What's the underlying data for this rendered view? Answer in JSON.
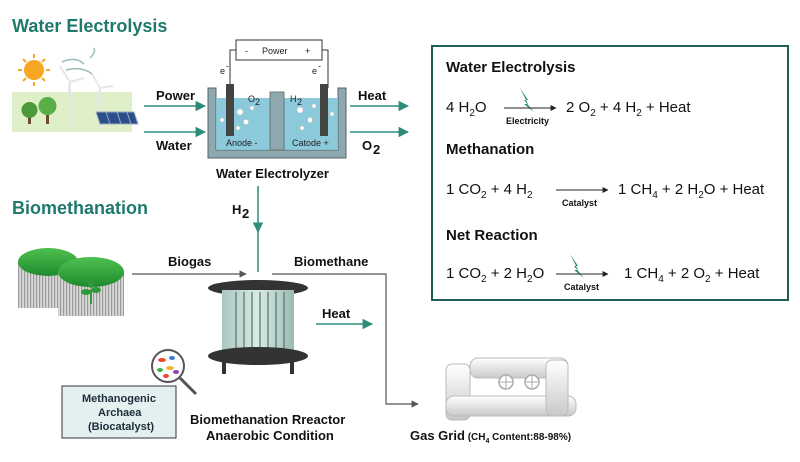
{
  "colors": {
    "accent": "#1f7a6d",
    "box_border": "#1f5f55",
    "water": "#7fc3d6",
    "tank": "#8fa8b0",
    "arrow": "#2e8b7a"
  },
  "titles": {
    "water_electrolysis": "Water Electrolysis",
    "biomethanation": "Biomethanation"
  },
  "electrolyzer": {
    "power_label": "Power",
    "water_label": "Water",
    "heat_label": "Heat",
    "o2_label": "O",
    "o2_sub": "2",
    "supply_minus": "-",
    "supply_label": "Power",
    "supply_plus": "+",
    "electron_left": "e",
    "electron_right": "e",
    "electron_sup": "-",
    "o2_inner": "O",
    "o2_inner_sub": "2",
    "h2_inner": "H",
    "h2_inner_sub": "2",
    "anode": "Anode -",
    "cathode": "Catode +",
    "name": "Water Electrolyzer",
    "h2_out": "H",
    "h2_out_sub": "2"
  },
  "reactions": {
    "electrolysis": {
      "title": "Water Electrolysis",
      "left_num": "4 H",
      "left_sub": "2",
      "left_end": "O",
      "right_a": "2 O",
      "right_a_sub": "2",
      "right_b": " + 4 H",
      "right_b_sub": "2",
      "right_c": " + Heat",
      "cond": "Electricity"
    },
    "methanation": {
      "title": "Methanation",
      "l1": "1 CO",
      "l1_sub": "2",
      "l2": " + 4 H",
      "l2_sub": "2",
      "r1": "1 CH",
      "r1_sub": "4",
      "r2": " + 2 H",
      "r2_sub": "2",
      "r3": "O + Heat",
      "cond": "Catalyst"
    },
    "net": {
      "title": "Net Reaction",
      "l1": "1 CO",
      "l1_sub": "2",
      "l2": " + 2 H",
      "l2_sub": "2",
      "l3": "O",
      "r1": "1 CH",
      "r1_sub": "4",
      "r2": " + 2 O",
      "r2_sub": "2",
      "r3": " + Heat",
      "cond": "Catalyst"
    }
  },
  "biomethanation": {
    "biogas": "Biogas",
    "biomethane": "Biomethane",
    "heat": "Heat",
    "reactor_line1": "Biomethanation Rreactor",
    "reactor_line2": "Anaerobic Condition",
    "archaea_line1": "Methanogenic",
    "archaea_line2": "Archaea",
    "archaea_line3": "(Biocatalyst)",
    "grid_a": "Gas Grid",
    "grid_b": " (CH",
    "grid_sub": "4",
    "grid_c": " Content:88-98%)"
  }
}
